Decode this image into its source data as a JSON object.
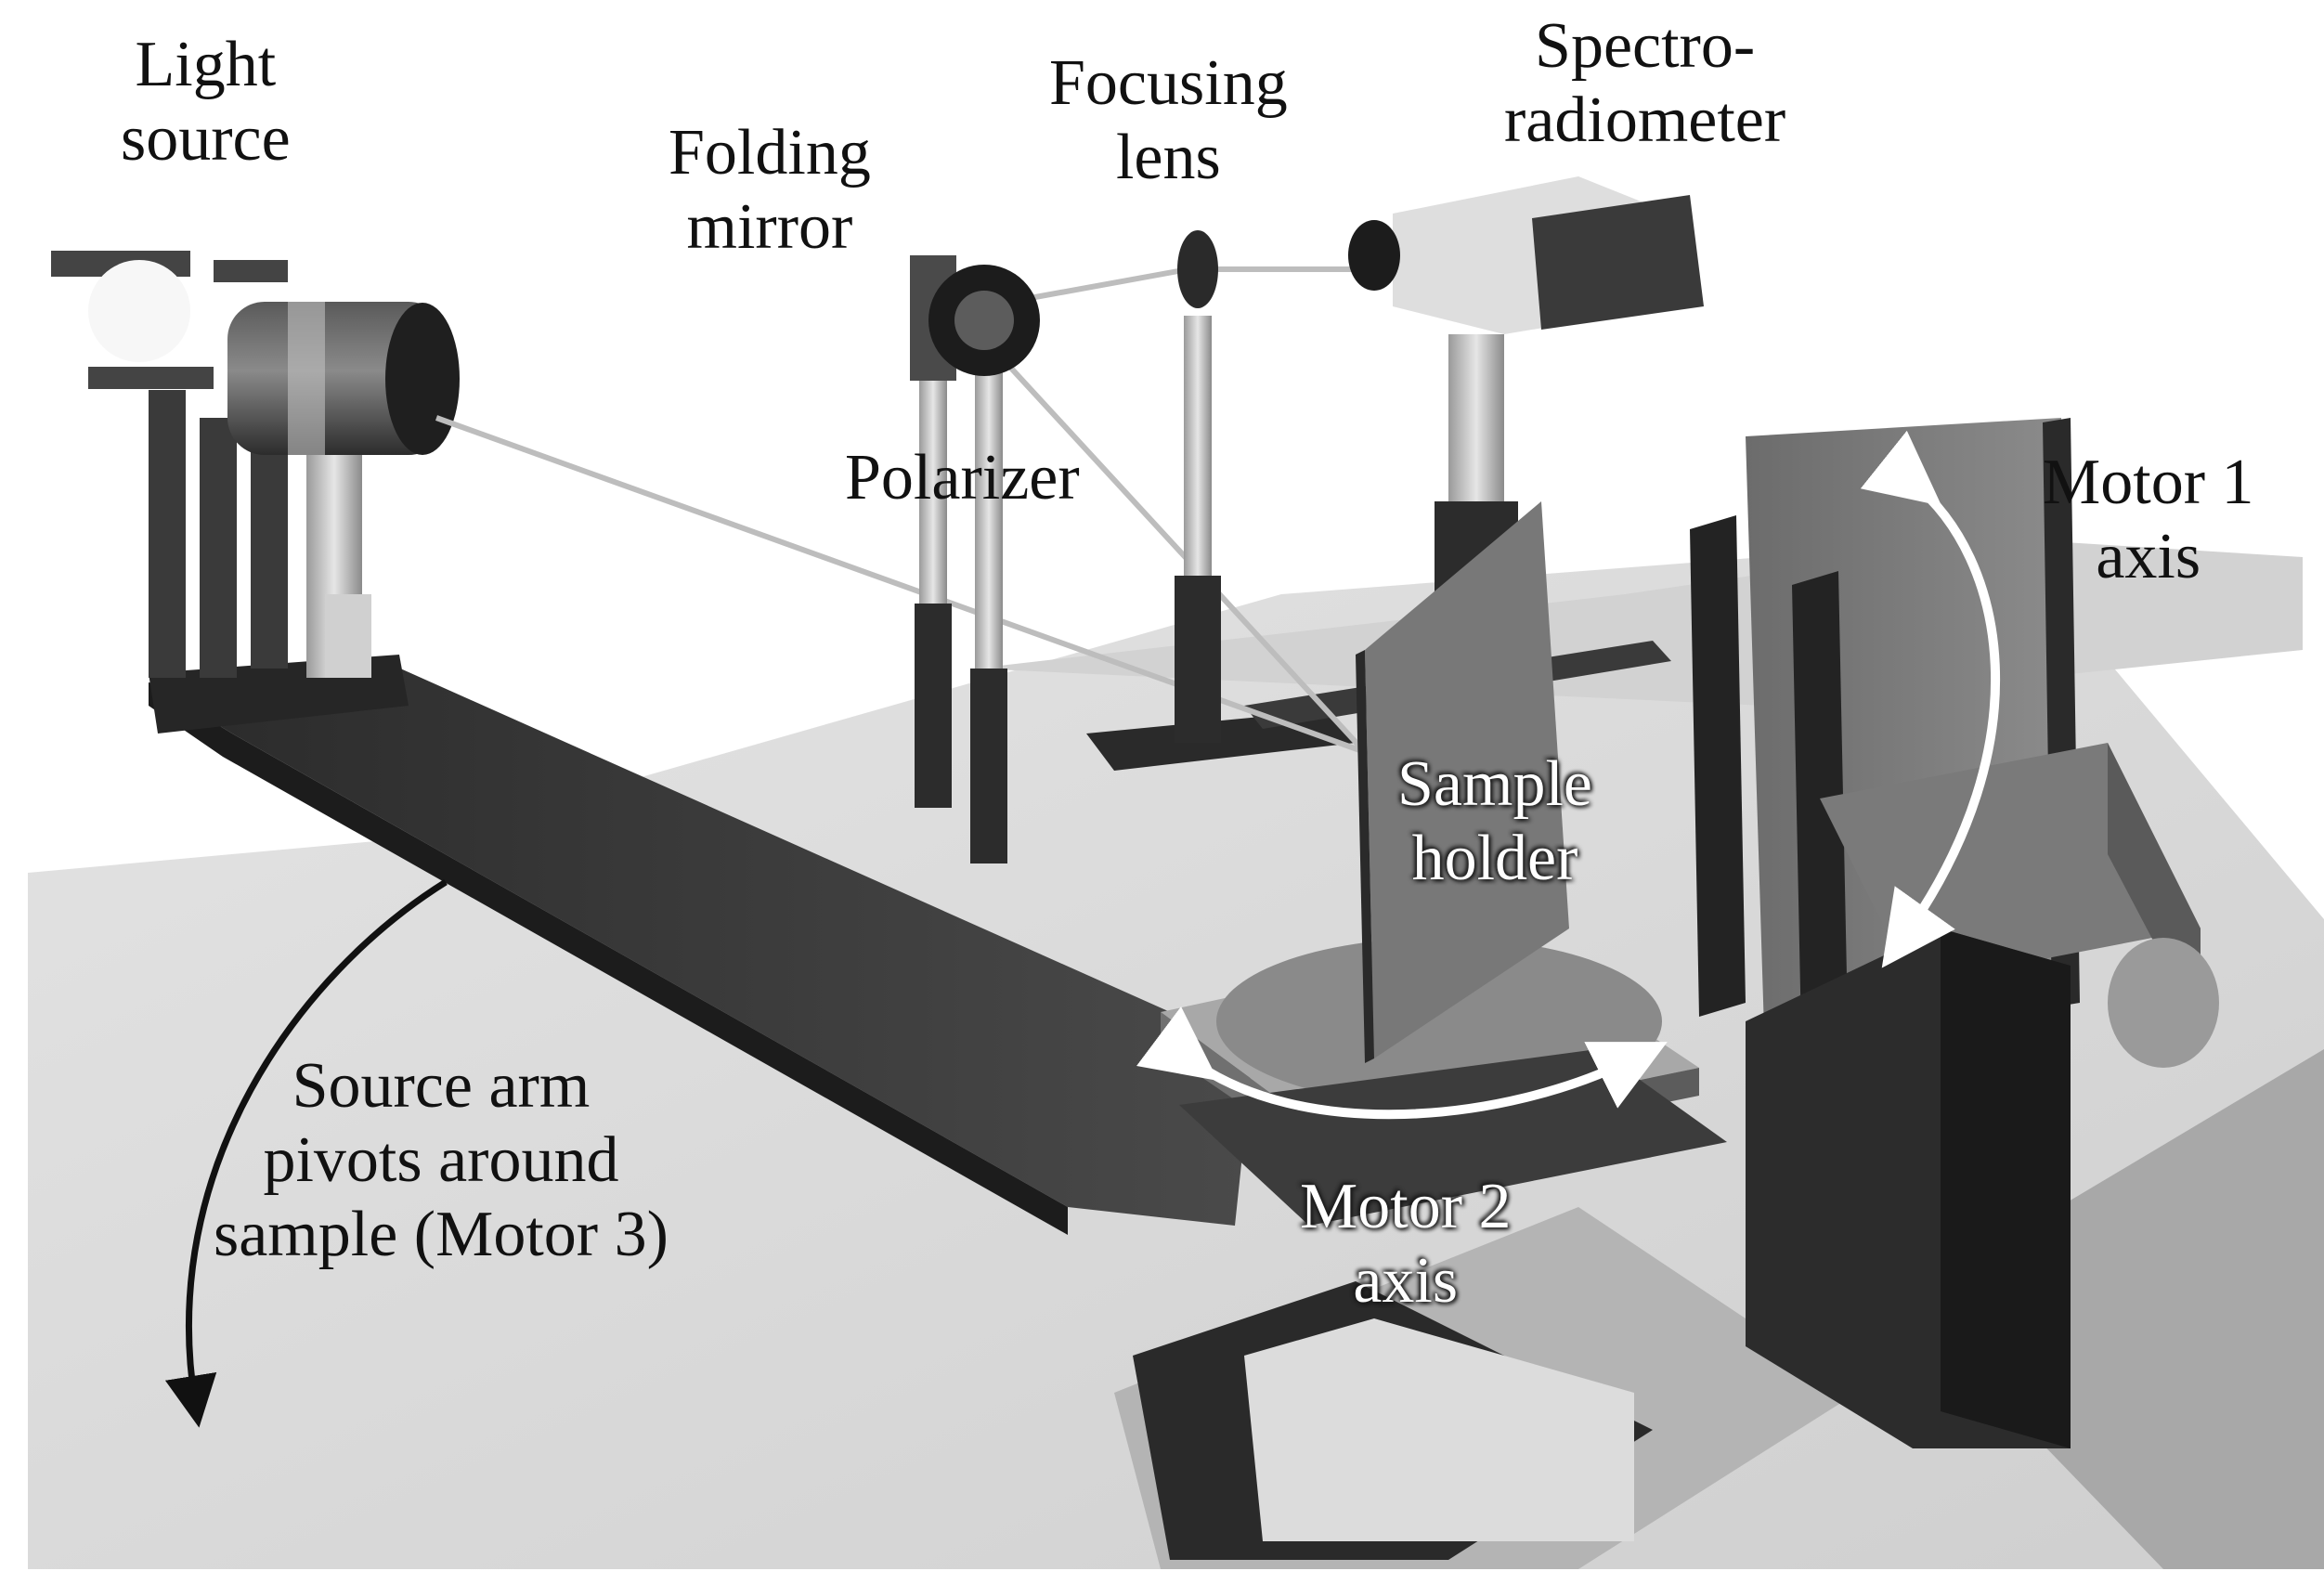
{
  "labels": {
    "light_source": [
      "Light",
      "source"
    ],
    "folding_mirror": [
      "Folding",
      "mirror"
    ],
    "focusing_lens": [
      "Focusing",
      "lens"
    ],
    "spectroradiometer": [
      "Spectro-",
      "radiometer"
    ],
    "polarizer": "Polarizer",
    "motor1": [
      "Motor 1",
      "axis"
    ],
    "sample_holder": [
      "Sample",
      "holder"
    ],
    "motor2": [
      "Motor 2",
      "axis"
    ],
    "source_arm": [
      "Source arm",
      "pivots around",
      "sample (Motor 3)"
    ]
  },
  "colors": {
    "floor": "#d9d9d9",
    "shadow": "#a9a9a9",
    "dark_metal": "#2e2e2e",
    "mid_metal": "#6b6b6b",
    "light_metal": "#c8c8c8",
    "beam": "#bdbdbd",
    "arrow_white": "#ffffff",
    "arrow_black": "#111111"
  }
}
